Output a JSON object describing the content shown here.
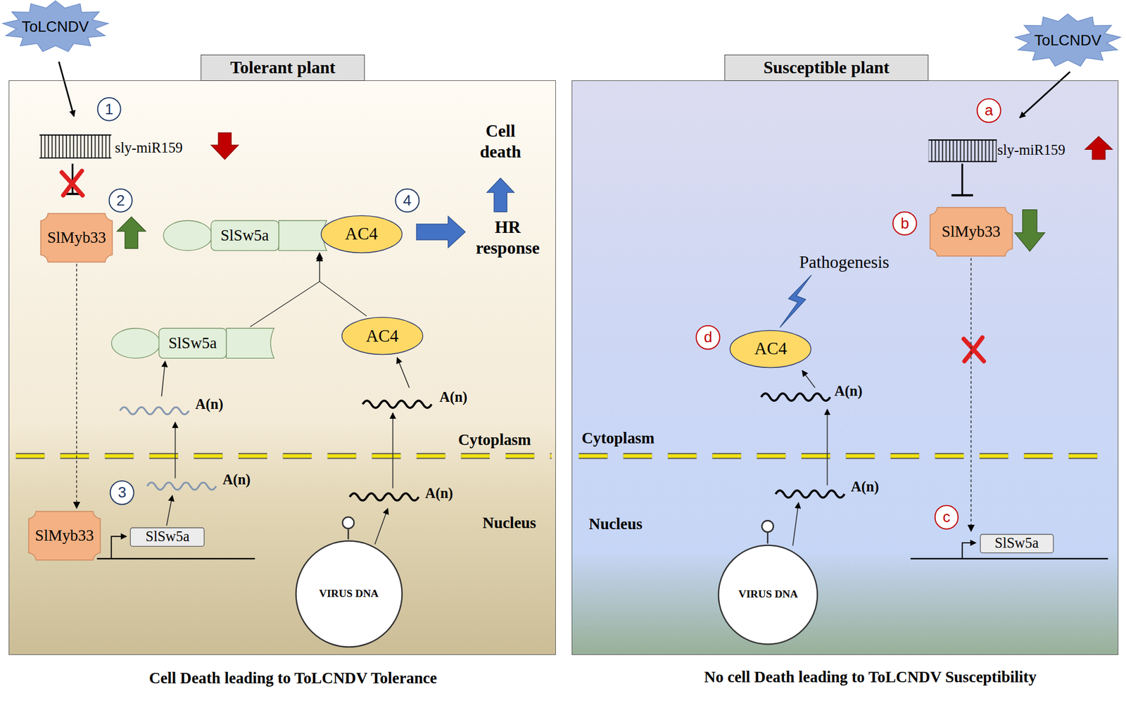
{
  "diagram": {
    "nodes": [
      {
        "text": [
          "Tolerant plant"
        ]
      },
      {
        "text": [
          "ToLCNDV"
        ]
      },
      {
        "text": [
          "SlMyb33"
        ],
        "in": 0
      },
      {
        "text": [
          "SlSw5a"
        ],
        "in": 0
      },
      {
        "text": [
          "AC4"
        ],
        "in": 0
      },
      {
        "text": [
          "SlSw5a"
        ],
        "in": 0
      },
      {
        "text": [
          "AC4"
        ],
        "in": 0
      },
      {
        "text": [
          "SlMyb33"
        ],
        "in": 0
      },
      {
        "text": [
          "SlSw5a"
        ],
        "in": 0
      },
      {
        "text": [
          "VIRUS DNA"
        ],
        "in": 0
      },
      {
        "text": [
          "Susceptible plant"
        ]
      },
      {
        "text": [
          "ToLCNDV"
        ]
      },
      {
        "text": [
          "SlMyb33"
        ],
        "in": 10
      },
      {
        "text": [
          "AC4"
        ],
        "in": 10
      },
      {
        "text": [
          "SlSw5a"
        ],
        "in": 10
      },
      {
        "text": [
          "VIRUS DNA"
        ],
        "in": 10
      }
    ],
    "edges": [
      {
        "from": 2,
        "to": 7,
        "arrow": "to"
      },
      {
        "from": 5,
        "to": 3,
        "arrow": "to"
      },
      {
        "from": 6,
        "to": 4,
        "arrow": "to"
      },
      {
        "from": 12,
        "to": 14,
        "arrow": "to"
      }
    ],
    "labels": [
      "1",
      "sly-miR159",
      "2",
      "4",
      "Cell death",
      "HR response",
      "A(n)",
      "A(n)",
      "Cytoplasm",
      "3",
      "A(n)",
      "A(n)",
      "Nucleus",
      "Cell Death leading to ToLCNDV Tolerance",
      "a",
      "sly-miR159",
      "b",
      "Pathogenesis",
      "d",
      "A(n)",
      "Cytoplasm",
      "A(n)",
      "Nucleus",
      "c",
      "No cell Death leading to ToLCNDV Susceptibility"
    ]
  }
}
